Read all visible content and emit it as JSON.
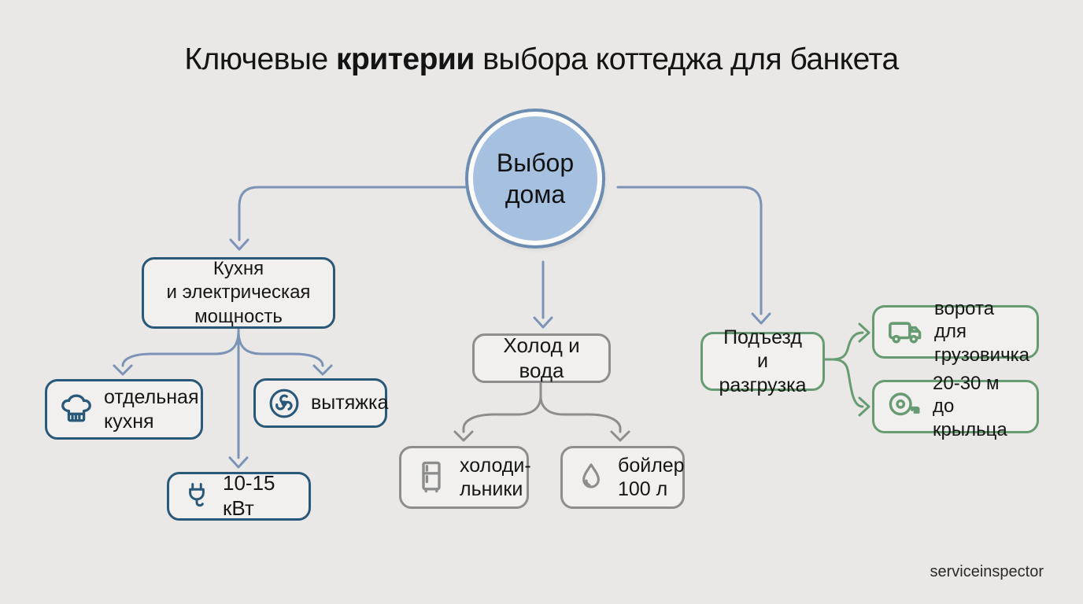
{
  "title": {
    "part1": "Ключевые ",
    "bold": "критерии",
    "part2": " выбора коттеджа для банкета"
  },
  "root": {
    "lines": [
      "Выбор",
      "дома"
    ]
  },
  "nodes": {
    "kitchen": {
      "lines": [
        "Кухня",
        "и электрическая",
        "мощность"
      ]
    },
    "separate_kitchen": {
      "lines": [
        "отдельная",
        "кухня"
      ],
      "icon": "chef-hat-icon"
    },
    "hood": {
      "lines": [
        "вытяжка"
      ],
      "icon": "fan-icon"
    },
    "power": {
      "lines": [
        "10-15 кВт"
      ],
      "icon": "plug-icon"
    },
    "cold_water": {
      "lines": [
        "Холод и вода"
      ]
    },
    "fridges": {
      "lines": [
        "холоди-",
        "льники"
      ],
      "icon": "fridge-icon"
    },
    "boiler": {
      "lines": [
        "бойлер",
        "100 л"
      ],
      "icon": "water-drop-icon"
    },
    "access": {
      "lines": [
        "Подъезд",
        "и разгрузка"
      ]
    },
    "gates": {
      "lines": [
        "ворота для",
        "грузовичка"
      ],
      "icon": "truck-icon"
    },
    "distance": {
      "lines": [
        "20-30 м",
        "до крыльца"
      ],
      "icon": "tape-measure-icon"
    }
  },
  "watermark": "serviceinspector",
  "colors": {
    "background": "#e9e8e6",
    "box_fill": "#f1f0ee",
    "text": "#1b1b1b",
    "blue_accent": "#2a5878",
    "blue_connector": "#7b93b6",
    "circle_fill": "#a6c0e0",
    "circle_ring": "#6c8cb2",
    "gray_accent": "#8d8d8d",
    "green_accent": "#679b71"
  }
}
